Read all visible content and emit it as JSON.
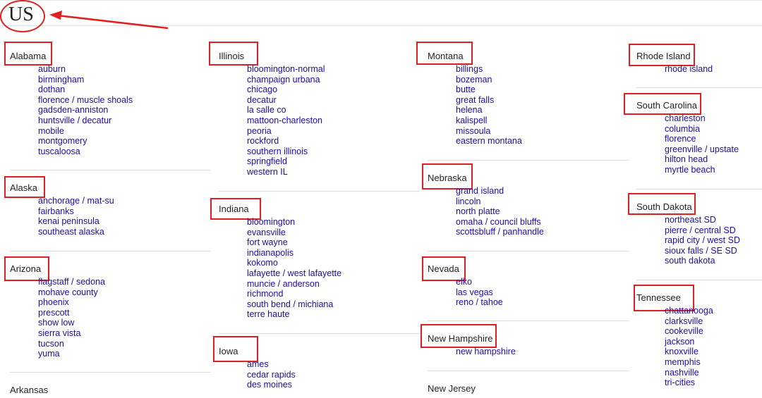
{
  "country": {
    "label": "US"
  },
  "columns": [
    {
      "states": [
        {
          "name": "Alabama",
          "cities": [
            "auburn",
            "birmingham",
            "dothan",
            "florence / muscle shoals",
            "gadsden-anniston",
            "huntsville / decatur",
            "mobile",
            "montgomery",
            "tuscaloosa"
          ]
        },
        {
          "name": "Alaska",
          "cities": [
            "anchorage / mat-su",
            "fairbanks",
            "kenai peninsula",
            "southeast alaska"
          ]
        },
        {
          "name": "Arizona",
          "cities": [
            "flagstaff / sedona",
            "mohave county",
            "phoenix",
            "prescott",
            "show low",
            "sierra vista",
            "tucson",
            "yuma"
          ]
        },
        {
          "name": "Arkansas",
          "cities": []
        }
      ]
    },
    {
      "states": [
        {
          "name": "Illinois",
          "cities": [
            "bloomington-normal",
            "champaign urbana",
            "chicago",
            "decatur",
            "la salle co",
            "mattoon-charleston",
            "peoria",
            "rockford",
            "southern illinois",
            "springfield",
            "western IL"
          ]
        },
        {
          "name": "Indiana",
          "cities": [
            "bloomington",
            "evansville",
            "fort wayne",
            "indianapolis",
            "kokomo",
            "lafayette / west lafayette",
            "muncie / anderson",
            "richmond",
            "south bend / michiana",
            "terre haute"
          ]
        },
        {
          "name": "Iowa",
          "cities": [
            "ames",
            "cedar rapids",
            "des moines"
          ]
        }
      ]
    },
    {
      "states": [
        {
          "name": "Montana",
          "cities": [
            "billings",
            "bozeman",
            "butte",
            "great falls",
            "helena",
            "kalispell",
            "missoula",
            "eastern montana"
          ]
        },
        {
          "name": "Nebraska",
          "cities": [
            "grand island",
            "lincoln",
            "north platte",
            "omaha / council bluffs",
            "scottsbluff / panhandle"
          ]
        },
        {
          "name": "Nevada",
          "cities": [
            "elko",
            "las vegas",
            "reno / tahoe"
          ]
        },
        {
          "name": "New Hampshire",
          "cities": [
            "new hampshire"
          ]
        },
        {
          "name": "New Jersey",
          "cities": []
        }
      ]
    },
    {
      "states": [
        {
          "name": "Rhode Island",
          "cities": [
            "rhode island"
          ]
        },
        {
          "name": "South Carolina",
          "cities": [
            "charleston",
            "columbia",
            "florence",
            "greenville / upstate",
            "hilton head",
            "myrtle beach"
          ]
        },
        {
          "name": "South Dakota",
          "cities": [
            "northeast SD",
            "pierre / central SD",
            "rapid city / west SD",
            "sioux falls / SE SD",
            "south dakota"
          ]
        },
        {
          "name": "Tennessee",
          "cities": [
            "chattanooga",
            "clarksville",
            "cookeville",
            "jackson",
            "knoxville",
            "memphis",
            "nashville",
            "tri-cities"
          ]
        }
      ]
    }
  ],
  "colors": {
    "highlight": "#e02020",
    "link": "#1a0dab",
    "heading": "#222222"
  }
}
